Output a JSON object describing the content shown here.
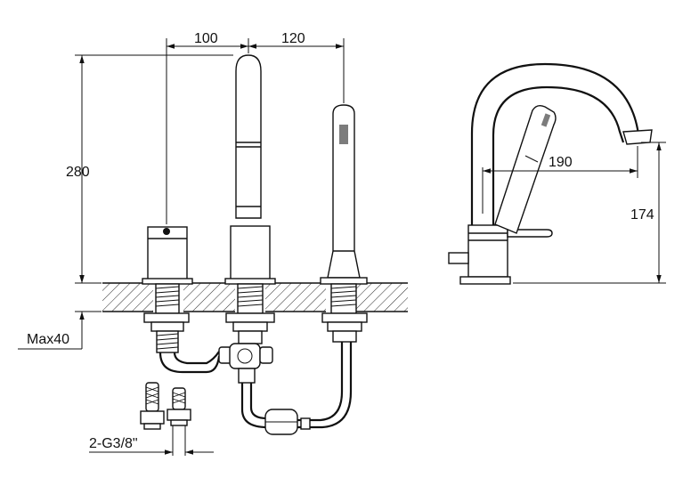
{
  "dimensions": {
    "spacing_left": "100",
    "spacing_right": "120",
    "height_total": "280",
    "max_thickness": "Max40",
    "hose_thread": "2-G3/8\"",
    "spout_reach": "190",
    "spout_height": "174"
  }
}
